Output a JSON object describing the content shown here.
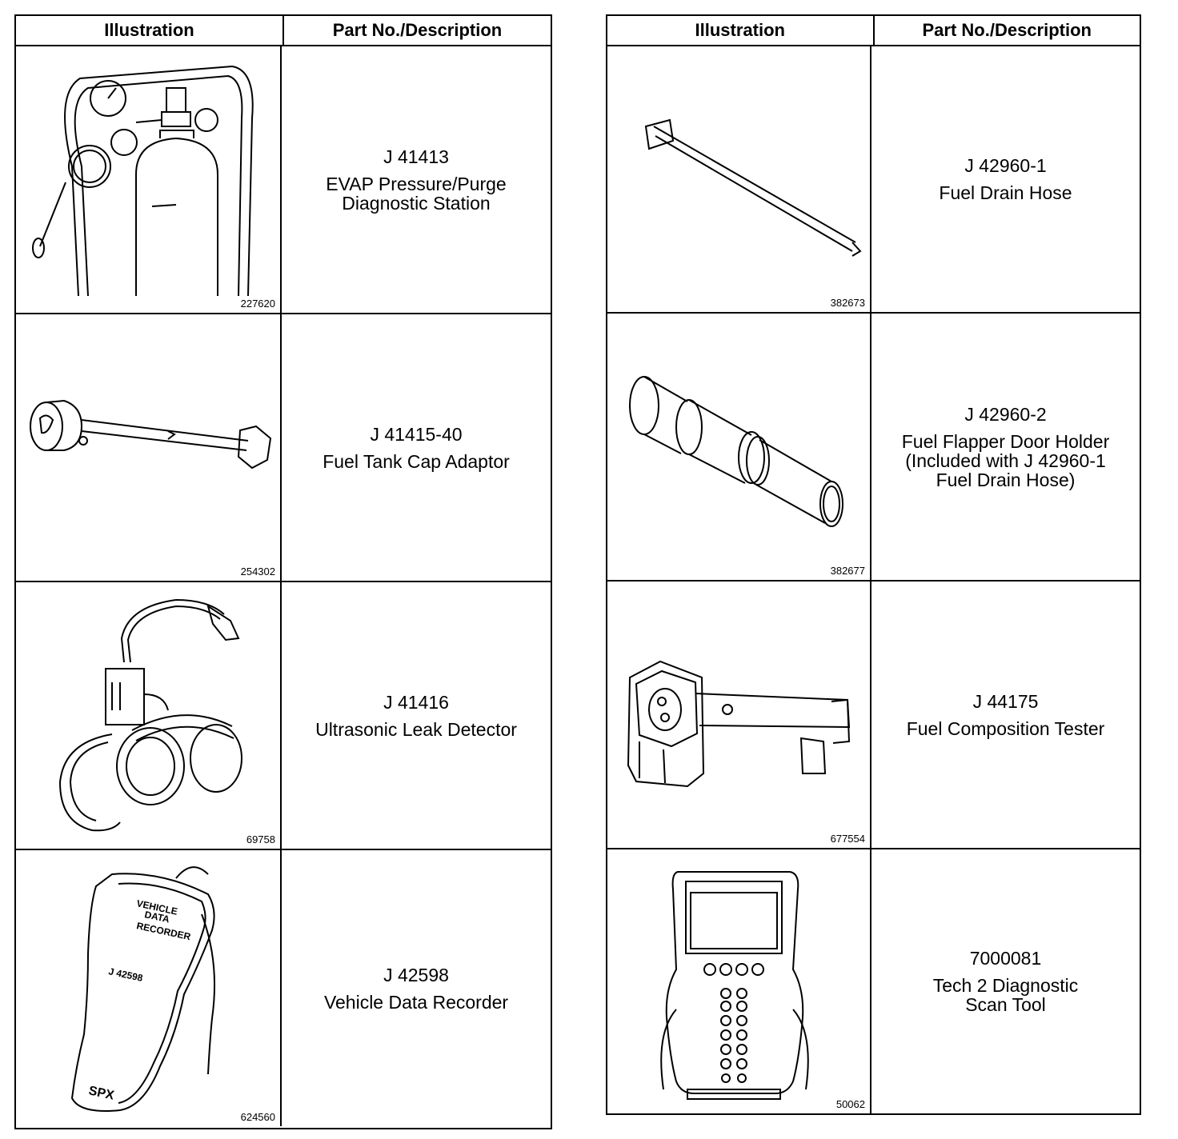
{
  "left_table": {
    "header": {
      "illustration": "Illustration",
      "part": "Part No./Description"
    },
    "rows": [
      {
        "fig": "227620",
        "part_no": "J 41413",
        "description": "EVAP Pressure/Purge\nDiagnostic Station",
        "icon": "evap-station-icon"
      },
      {
        "fig": "254302",
        "part_no": "J 41415-40",
        "description": "Fuel Tank Cap Adaptor",
        "icon": "cap-adaptor-icon"
      },
      {
        "fig": "69758",
        "part_no": "J 41416",
        "description": "Ultrasonic Leak Detector",
        "icon": "leak-detector-icon"
      },
      {
        "fig": "624560",
        "part_no": "J 42598",
        "description": "Vehicle Data Recorder",
        "icon": "data-recorder-icon",
        "device_text": [
          "VEHICLE",
          "DATA",
          "RECORDER",
          "J 42598",
          "SPX"
        ]
      }
    ]
  },
  "right_table": {
    "header": {
      "illustration": "Illustration",
      "part": "Part No./Description"
    },
    "rows": [
      {
        "fig": "382673",
        "part_no": "J 42960-1",
        "description": "Fuel Drain Hose",
        "icon": "drain-hose-icon"
      },
      {
        "fig": "382677",
        "part_no": "J 42960-2",
        "description": "Fuel Flapper Door Holder\n(Included with J 42960-1\nFuel Drain Hose)",
        "icon": "flapper-holder-icon"
      },
      {
        "fig": "677554",
        "part_no": "J 44175",
        "description": "Fuel Composition Tester",
        "icon": "composition-tester-icon"
      },
      {
        "fig": "50062",
        "part_no": "7000081",
        "description": "Tech 2 Diagnostic\nScan Tool",
        "icon": "scan-tool-icon"
      }
    ]
  }
}
